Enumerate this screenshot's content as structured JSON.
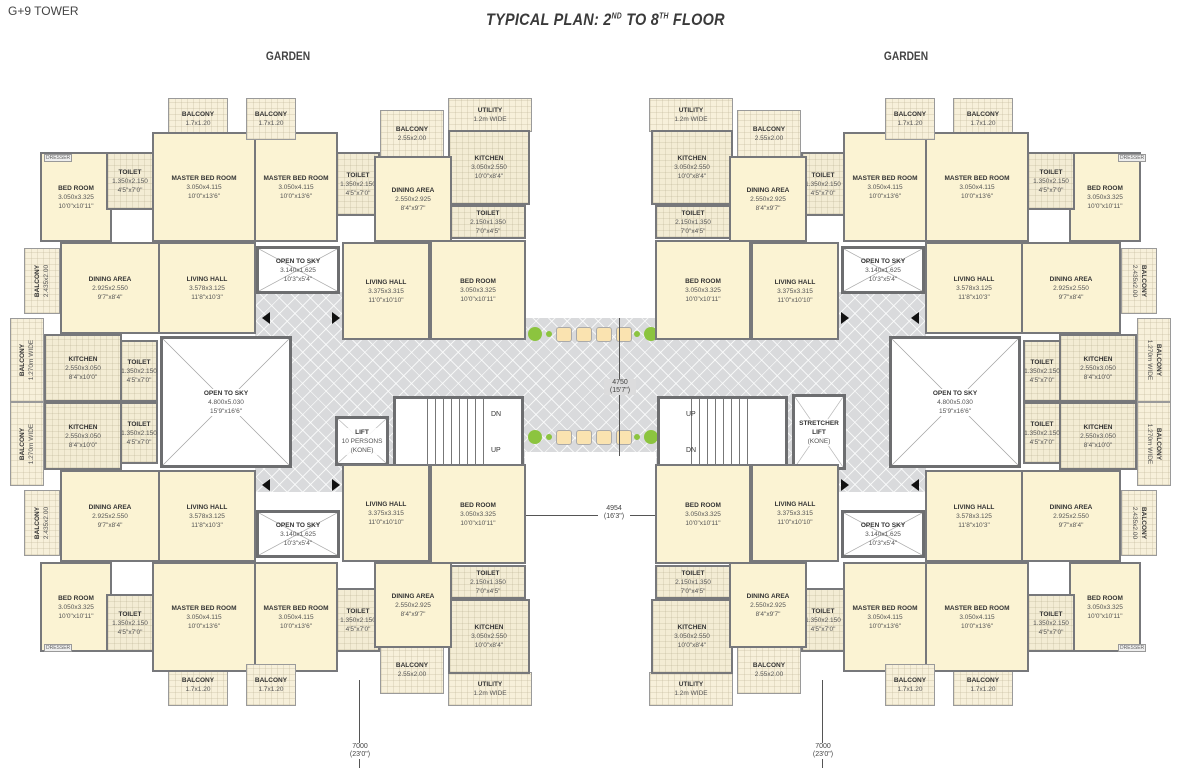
{
  "header": {
    "tower": "G+9 TOWER",
    "title_a": "TYPICAL PLAN: 2",
    "title_sup1": "ND",
    "title_b": " TO 8",
    "title_sup2": "TH",
    "title_c": " FLOOR"
  },
  "garden_labels": [
    "GARDEN",
    "GARDEN"
  ],
  "rooms": {
    "balcony_a": {
      "name": "BALCONY",
      "metric": "1.7x1.20"
    },
    "toilet_a": {
      "name": "TOILET",
      "metric": "1.350x2.150",
      "imperial": "4'5\"x7'0\""
    },
    "bed_a": {
      "name": "BED ROOM",
      "metric": "3.050x3.325",
      "imperial": "10'0\"x10'11\""
    },
    "master_a": {
      "name": "MASTER BED ROOM",
      "metric": "3.050x4.115",
      "imperial": "10'0\"x13'6\""
    },
    "living_a": {
      "name": "LIVING HALL",
      "metric": "3.578x3.125",
      "imperial": "11'8\"x10'3\""
    },
    "dining_a": {
      "name": "DINING AREA",
      "metric": "2.925x2.550",
      "imperial": "9'7\"x8'4\""
    },
    "balcony_side": {
      "name": "BALCONY",
      "metric": "2.435x2.00"
    },
    "kitchen_a": {
      "name": "KITCHEN",
      "metric": "2.550x3.050",
      "imperial": "8'4\"x10'0\""
    },
    "balcony_wide": {
      "name": "BALCONY",
      "metric": "1.270m WIDE"
    },
    "toilet_a2": {
      "name": "TOILET",
      "metric": "1.350x2.150",
      "imperial": "4'5\"x7'0\""
    },
    "master_b": {
      "name": "MASTER BED ROOM",
      "metric": "3.050x4.115",
      "imperial": "10'0\"x13'6\""
    },
    "balcony_b": {
      "name": "BALCONY",
      "metric": "1.7x1.20"
    },
    "toilet_b": {
      "name": "TOILET",
      "metric": "1.350x2.150",
      "imperial": "4'5\"x7'0\""
    },
    "balcony_b2": {
      "name": "BALCONY",
      "metric": "2.55x2.00"
    },
    "utility_b": {
      "name": "UTILITY",
      "metric": "1.2m WIDE"
    },
    "kitchen_b": {
      "name": "KITCHEN",
      "metric": "3.050x2.550",
      "imperial": "10'0\"x8'4\""
    },
    "dining_b": {
      "name": "DINING AREA",
      "metric": "2.550x2.925",
      "imperial": "8'4\"x9'7\""
    },
    "toilet_b2": {
      "name": "TOILET",
      "metric": "2.150x1.350",
      "imperial": "7'0\"x4'5\""
    },
    "living_b": {
      "name": "LIVING HALL",
      "metric": "3.375x3.315",
      "imperial": "11'0\"x10'10\""
    },
    "bed_b": {
      "name": "BED ROOM",
      "metric": "3.050x3.325",
      "imperial": "10'0\"x10'11\""
    },
    "sky_small": {
      "name": "OPEN TO SKY",
      "metric": "3.140x1.625",
      "imperial": "10'3\"x5'4\""
    },
    "sky_big": {
      "name": "OPEN TO SKY",
      "metric": "4.800x5.030",
      "imperial": "15'9\"x16'6\""
    }
  },
  "dresser_label": "DRESSER",
  "core": {
    "lift": {
      "name": "LIFT",
      "metric": "10 PERSONS",
      "imperial": "(KONE)"
    },
    "stretcher_lift": {
      "name": "STRETCHER",
      "metric": "LIFT",
      "imperial": "(KONE)"
    },
    "up": "UP",
    "dn": "DN"
  },
  "dimensions": {
    "bridge_width": {
      "mm": "4750",
      "ft": "(15'7\")"
    },
    "wing_gap": {
      "mm": "4954",
      "ft": "(16'3\")"
    },
    "bottom_left": {
      "mm": "7000",
      "ft": "(23'0\")"
    },
    "bottom_right": {
      "mm": "7000",
      "ft": "(23'0\")"
    }
  },
  "colors": {
    "floor": "#fbf3d3",
    "wall": "#77787b",
    "corridor": "#d9dadc",
    "planter": "#8cc43f",
    "furniture": "#f2d9a0"
  }
}
